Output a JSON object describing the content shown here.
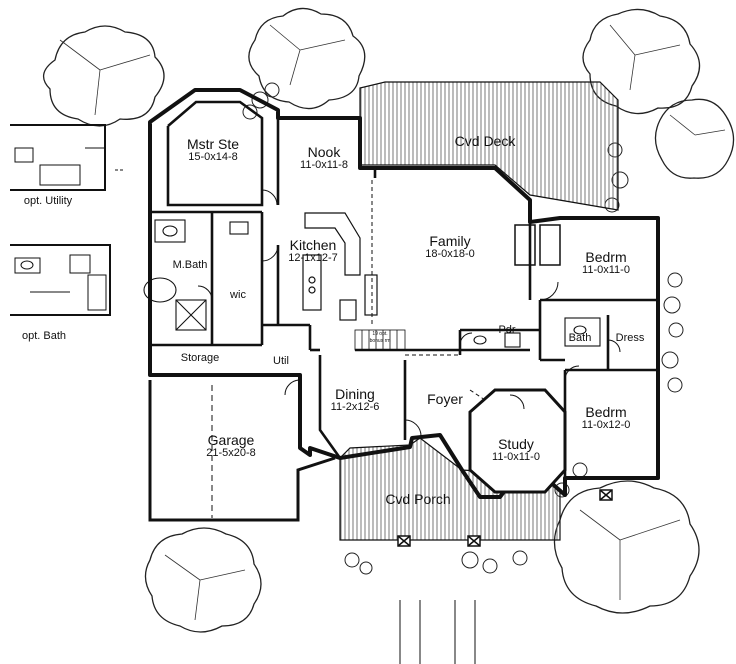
{
  "rooms": {
    "master_suite": {
      "name": "Mstr Ste",
      "dims": "15-0x14-8"
    },
    "nook": {
      "name": "Nook",
      "dims": "11-0x11-8"
    },
    "covered_deck": {
      "name": "Cvd Deck"
    },
    "kitchen": {
      "name": "Kitchen",
      "dims": "12-1x12-7"
    },
    "family": {
      "name": "Family",
      "dims": "18-0x18-0"
    },
    "bedroom_1": {
      "name": "Bedrm",
      "dims": "11-0x11-0"
    },
    "master_bath": {
      "name": "M.Bath"
    },
    "wic": {
      "name": "wic"
    },
    "powder": {
      "name": "Pdr"
    },
    "bath": {
      "name": "Bath"
    },
    "dress": {
      "name": "Dress"
    },
    "storage": {
      "name": "Storage"
    },
    "utility": {
      "name": "Util"
    },
    "dining": {
      "name": "Dining",
      "dims": "11-2x12-6"
    },
    "foyer": {
      "name": "Foyer"
    },
    "bedroom_2": {
      "name": "Bedrm",
      "dims": "11-0x12-0"
    },
    "study": {
      "name": "Study",
      "dims": "11-0x11-0"
    },
    "garage": {
      "name": "Garage",
      "dims": "21-5x20-8"
    },
    "covered_porch": {
      "name": "Cvd Porch"
    }
  },
  "options": {
    "utility": "opt. Utility",
    "bath": "opt. Bath"
  },
  "notes": {
    "stair_note_1": "19 opt.",
    "stair_note_2": "bonus rm"
  }
}
